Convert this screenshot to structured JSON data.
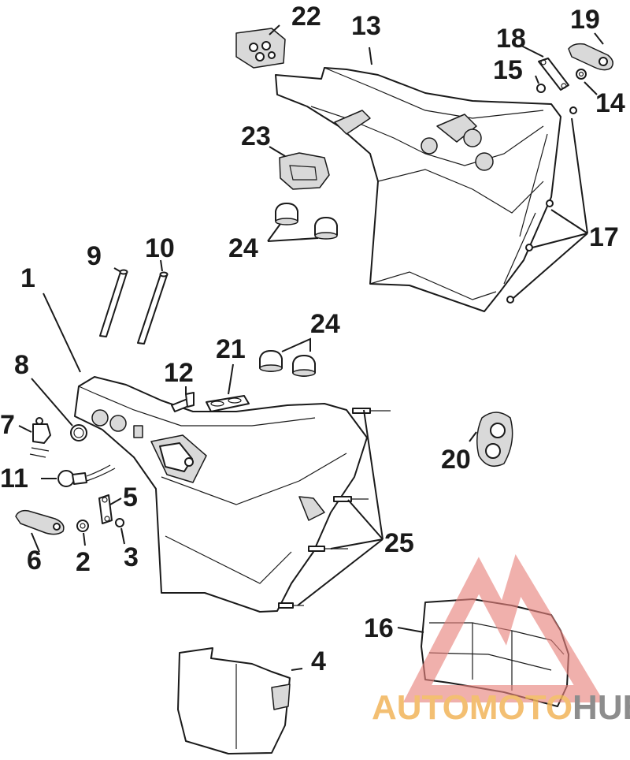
{
  "callouts": [
    {
      "id": "label-1",
      "text": "1"
    },
    {
      "id": "label-2",
      "text": "2"
    },
    {
      "id": "label-3",
      "text": "3"
    },
    {
      "id": "label-4",
      "text": "4"
    },
    {
      "id": "label-5",
      "text": "5"
    },
    {
      "id": "label-6",
      "text": "6"
    },
    {
      "id": "label-7",
      "text": "7"
    },
    {
      "id": "label-8",
      "text": "8"
    },
    {
      "id": "label-9",
      "text": "9"
    },
    {
      "id": "label-10",
      "text": "10"
    },
    {
      "id": "label-11",
      "text": "11"
    },
    {
      "id": "label-12",
      "text": "12"
    },
    {
      "id": "label-13",
      "text": "13"
    },
    {
      "id": "label-14",
      "text": "14"
    },
    {
      "id": "label-15",
      "text": "15"
    },
    {
      "id": "label-16",
      "text": "16"
    },
    {
      "id": "label-17",
      "text": "17"
    },
    {
      "id": "label-18",
      "text": "18"
    },
    {
      "id": "label-19",
      "text": "19"
    },
    {
      "id": "label-20",
      "text": "20"
    },
    {
      "id": "label-21",
      "text": "21"
    },
    {
      "id": "label-22",
      "text": "22"
    },
    {
      "id": "label-23",
      "text": "23"
    },
    {
      "id": "label-24a",
      "text": "24"
    },
    {
      "id": "label-24b",
      "text": "24"
    },
    {
      "id": "label-25",
      "text": "25"
    }
  ],
  "watermark": {
    "part1": "AUTOMOTO",
    "part2": "HUB",
    "color_part1": "#f2b45a",
    "color_part2": "#7a7a7a",
    "triangle_color": "#e8837e"
  }
}
